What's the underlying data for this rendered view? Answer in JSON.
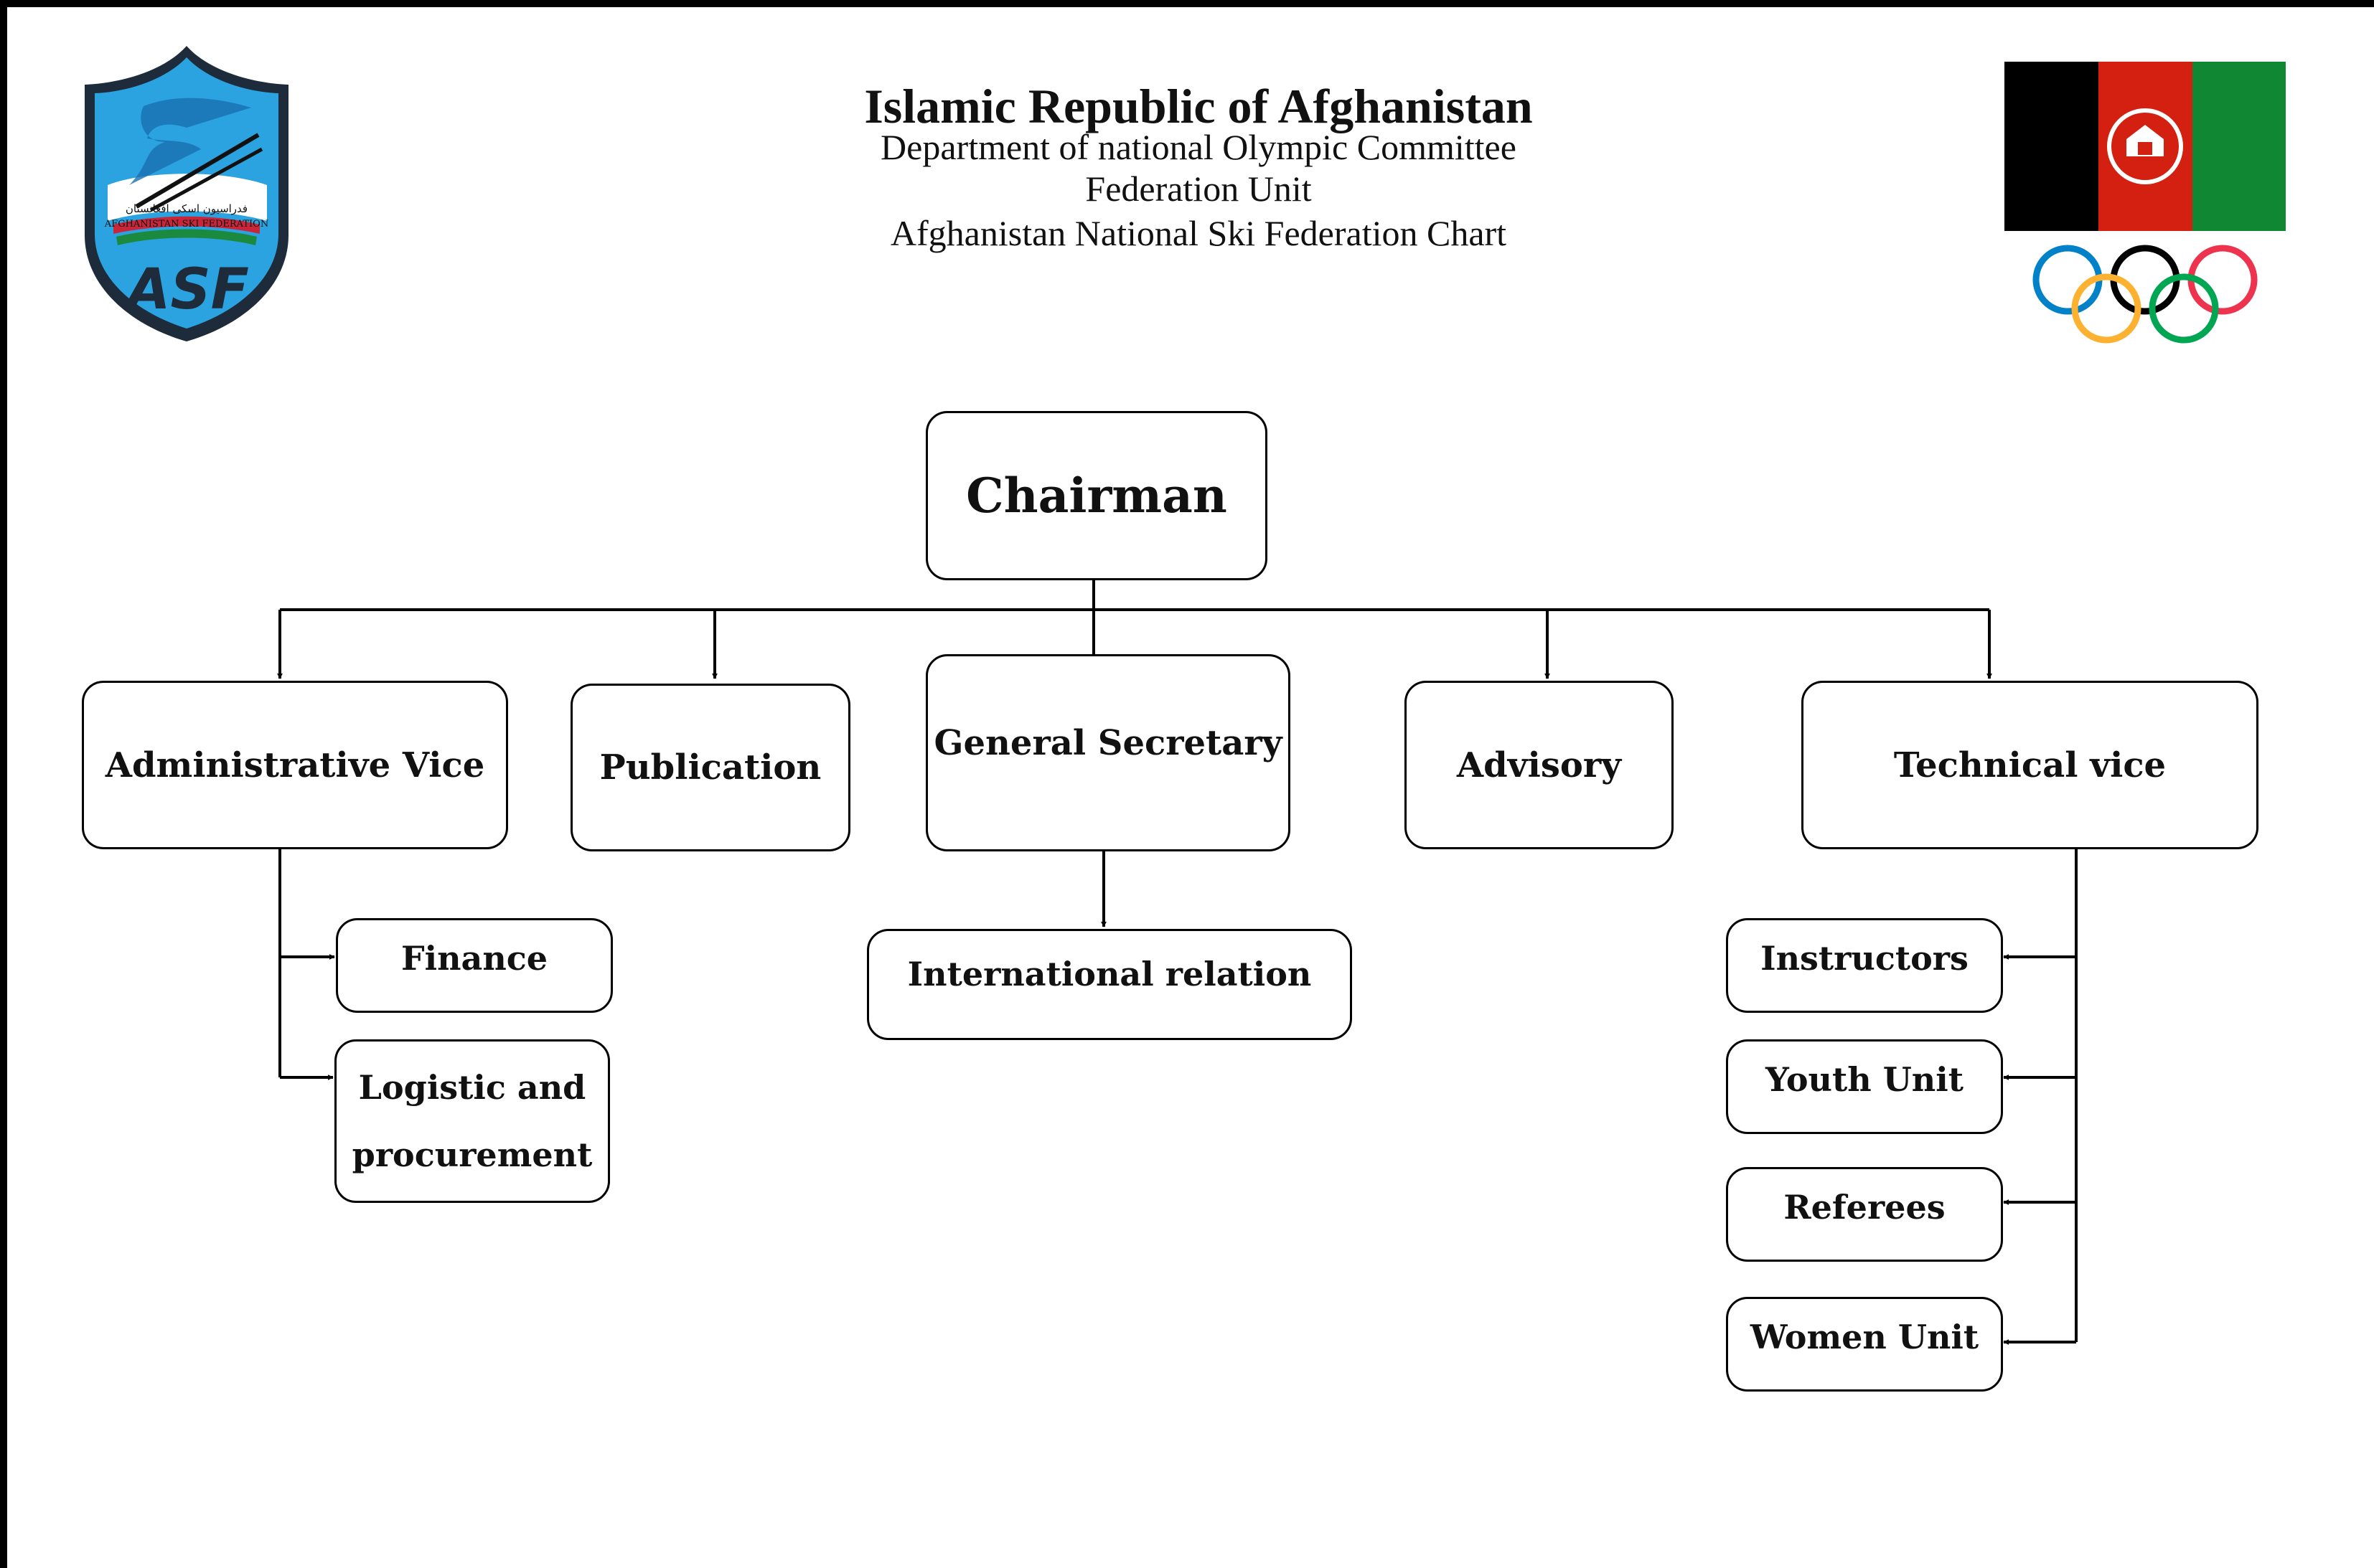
{
  "header": {
    "title": "Islamic Republic of Afghanistan",
    "line1": "Department of national Olympic Committee",
    "line2": "Federation Unit",
    "line3": "Afghanistan National Ski Federation Chart"
  },
  "logos": {
    "left": {
      "text": "ASF",
      "subtitle": "AFGHANISTAN SKI FEDERATION",
      "dari": "فدراسیون اسکی افغانستان"
    },
    "flag_colors": [
      "#000000",
      "#d32011",
      "#0f8733"
    ],
    "ring_colors": [
      "#0081c8",
      "#fcb131",
      "#000000",
      "#00a651",
      "#ee334e"
    ]
  },
  "org": {
    "chairman": "Chairman",
    "administrative_vice": "Administrative Vice",
    "publication": "Publication",
    "general_secretary": "General Secretary",
    "advisory": "Advisory",
    "technical_vice": "Technical vice",
    "finance": "Finance",
    "logistic_line1": "Logistic and",
    "logistic_line2": "procurement",
    "international_relation": "International relation",
    "instructors": "Instructors",
    "youth_unit": "Youth Unit",
    "referees": "Referees",
    "women_unit": "Women Unit"
  }
}
